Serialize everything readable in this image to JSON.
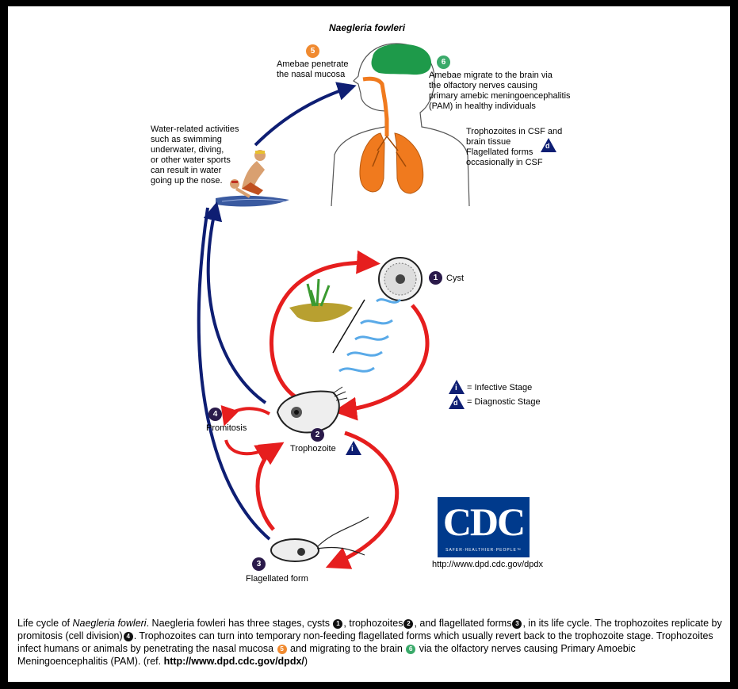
{
  "diagram": {
    "title": "Naegleria fowleri",
    "steps": {
      "cyst": {
        "number": "1",
        "label": "Cyst"
      },
      "trophozoite": {
        "number": "2",
        "label": "Trophozoite"
      },
      "flagellated": {
        "number": "3",
        "label": "Flagellated form"
      },
      "promitosis": {
        "number": "4",
        "label": "Promitosis"
      },
      "nasal": {
        "number": "5",
        "line1": "Amebae penetrate",
        "line2": "the nasal mucosa"
      },
      "brain": {
        "number": "6",
        "line1": "Amebae migrate to the brain via",
        "line2": "the olfactory nerves causing",
        "line3": "primary amebic meningoencephalitis",
        "line4": "(PAM) in healthy individuals"
      }
    },
    "water_text": [
      "Water-related activities",
      "such as swimming",
      "underwater, diving,",
      "or other water sports",
      "can result in water",
      "going up the nose."
    ],
    "csf_text": [
      "Trophozoites in CSF and",
      "brain tissue",
      "Flagellated forms",
      "occasionally in CSF"
    ],
    "legend": {
      "infective_symbol": "i",
      "infective_label": "= Infective Stage",
      "diagnostic_symbol": "d",
      "diagnostic_label": "= Diagnostic Stage"
    },
    "logo": {
      "letters": "CDC",
      "tagline": "SAFER·HEALTHIER·PEOPLE™",
      "url": "http://www.dpd.cdc.gov/dpdx"
    }
  },
  "caption": {
    "p1": "Life cycle of ",
    "p1_italic": "Naegleria fowleri",
    "p2": ". Naegleria fowleri has three stages, cysts ",
    "n1": "1",
    "p3": ", trophozoites",
    "n2": "2",
    "p4": ", and flagellated forms",
    "n3": "3",
    "p5": ", in its life cycle.  The trophozoites replicate by promitosis (cell division)",
    "n4": "4",
    "p6": ".  Trophozoites can turn into temporary non-feeding flagellated forms which usually revert back to the trophozoite stage.  Trophozoites infect humans or animals by penetrating the nasal mucosa ",
    "n5": "5",
    "p7": " and migrating to the brain ",
    "n6": "6",
    "p8": " via the olfactory nerves causing Primary Amoebic Meningoencephalitis (PAM).  (ref. ",
    "ref": "http://www.dpd.cdc.gov/dpdx/",
    "p9": ")"
  },
  "colors": {
    "step_dark": "#2a1a4a",
    "step_orange": "#f08a30",
    "step_green": "#3aaa6a",
    "red_arrow": "#e61e1e",
    "navy_arrow": "#0e1e73",
    "lungs": "#f07a1e",
    "brain": "#1e9a4a",
    "cdc_blue": "#003a8c"
  }
}
